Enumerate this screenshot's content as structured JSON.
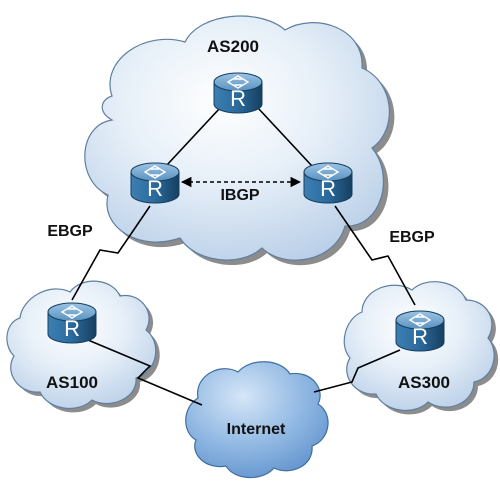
{
  "colors": {
    "cloud_fill_light": "#e6eff8",
    "cloud_fill_dark": "#b4cbe6",
    "cloud_stroke": "#5f7f9f",
    "cloud_shadow": "#8c8c8c",
    "router_body": "#2b6a9c",
    "router_dark": "#163f60",
    "router_top": "#6fa5d0",
    "link": "#000000",
    "text": "#111111"
  },
  "icons": {
    "router": "router-icon",
    "cloud": "cloud-shape"
  },
  "labels": {
    "as200": "AS200",
    "as100": "AS100",
    "as300": "AS300",
    "internet": "Internet",
    "ibgp": "IBGP",
    "ebgp_left": "EBGP",
    "ebgp_right": "EBGP",
    "router_glyph": "R"
  }
}
